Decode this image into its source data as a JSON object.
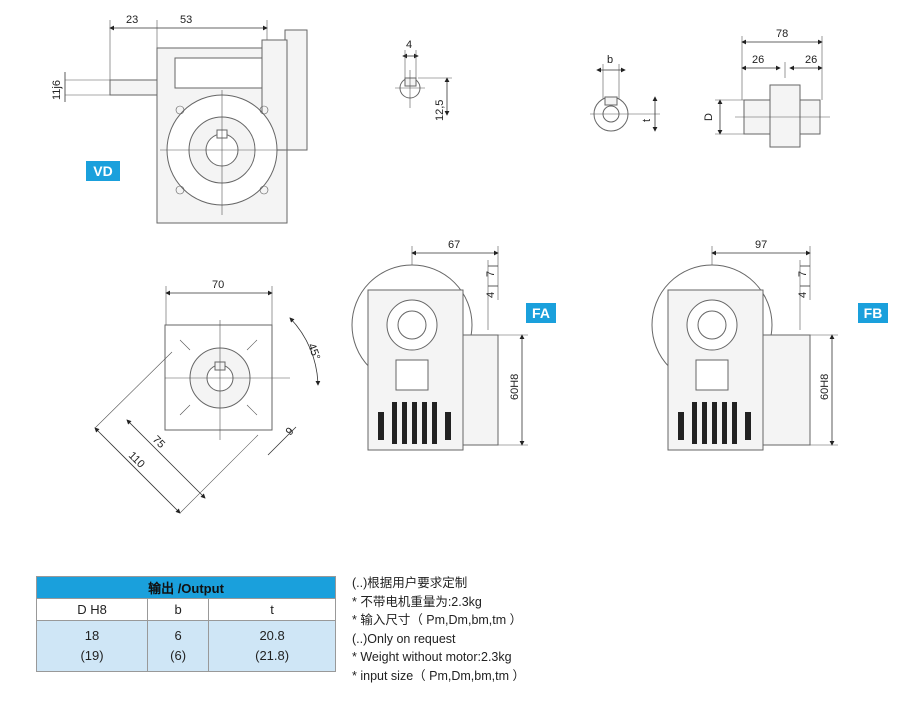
{
  "badges": {
    "vd": "VD",
    "fa": "FA",
    "fb": "FB"
  },
  "dims": {
    "d23": "23",
    "d53": "53",
    "d11j6": "11j6",
    "d4a": "4",
    "d12_5": "12,5",
    "db": "b",
    "dt": "t",
    "dD": "D",
    "d78": "78",
    "d26a": "26",
    "d26b": "26",
    "d70": "70",
    "d45": "45°",
    "d75": "75",
    "d110": "110",
    "d9": "9",
    "d67": "67",
    "d7a": "7",
    "d4b": "4",
    "d60h8a": "60H8",
    "d97": "97",
    "d7b": "7",
    "d4c": "4",
    "d60h8b": "60H8"
  },
  "table": {
    "title": "输出 /Output",
    "columns": [
      "D H8",
      "b",
      "t"
    ],
    "rows": [
      [
        "18",
        "6",
        "20.8"
      ],
      [
        "(19)",
        "(6)",
        "(21.8)"
      ]
    ]
  },
  "notes": [
    "(..)根据用户要求定制",
    "* 不带电机重量为:2.3kg",
    "* 输入尺寸（ Pm,Dm,bm,tm ）",
    "(..)Only on request",
    "* Weight without motor:2.3kg",
    "* input size（ Pm,Dm,bm,tm ）"
  ],
  "colors": {
    "accent": "#1aa0dc",
    "table_values_bg": "#cfe6f6"
  }
}
